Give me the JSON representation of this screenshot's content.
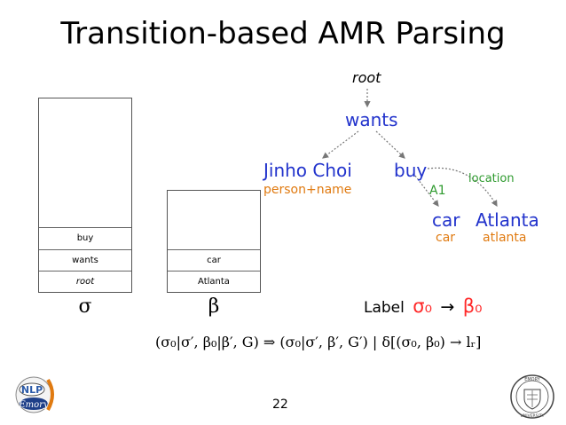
{
  "title": "Transition-based AMR Parsing",
  "sigma_stack": {
    "label": "σ",
    "items": [
      "buy",
      "wants",
      "root"
    ]
  },
  "beta_stack": {
    "label": "β",
    "items": [
      "car",
      "Atlanta"
    ]
  },
  "graph": {
    "root": "root",
    "wants": "wants",
    "jinho": "Jinho Choi",
    "jinho_concept": "person+name",
    "buy": "buy",
    "a1": "A1",
    "location": "location",
    "car": "car",
    "car_concept": "car",
    "atlanta": "Atlanta",
    "atlanta_concept": "atlanta"
  },
  "action": {
    "word": "Label",
    "sigma0": "σ₀",
    "arrow": "→",
    "beta0": "β₀"
  },
  "formula": "(σ₀|σ′, β₀|β′, G) ⇒ (σ₀|σ′, β′, G′)  |  δ[(σ₀, β₀) → lᵣ]",
  "page_number": "22",
  "logos": {
    "left": "NLP Emory",
    "right": "EMORY UNIVERSITY"
  },
  "colors": {
    "node": "#2233cc",
    "concept": "#e07a10",
    "edge_label": "#2e9a2e",
    "highlight": "#ff2a2a"
  }
}
